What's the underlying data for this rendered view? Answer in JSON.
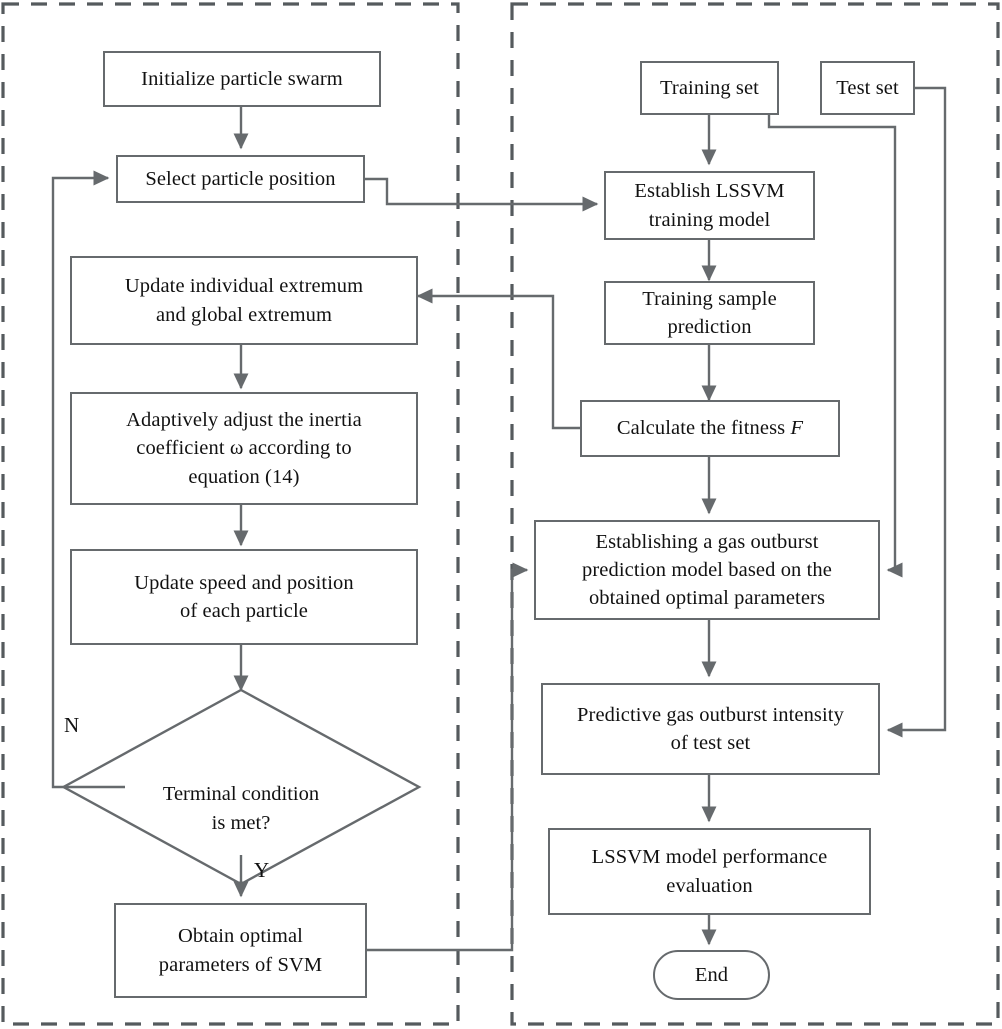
{
  "diagram": {
    "title": "PSO-LSSVM gas outburst prediction flowchart",
    "colors": {
      "stroke": "#666a6d",
      "text": "#111111",
      "background": "#ffffff"
    },
    "groups": [
      {
        "id": "pso-group",
        "name": "left-dashed-container"
      },
      {
        "id": "lssvm-group",
        "name": "right-dashed-container"
      }
    ],
    "nodes": [
      {
        "id": "initialize-particle-swarm",
        "shape": "rect",
        "label": "Initialize particle swarm"
      },
      {
        "id": "select-particle-position",
        "shape": "rect",
        "label": "Select particle position"
      },
      {
        "id": "update-extremum",
        "shape": "rect",
        "label": "Update individual extremum\nand global extremum"
      },
      {
        "id": "adaptively-adjust-inertia",
        "shape": "rect",
        "label": "Adaptively adjust the inertia\ncoefficient ω according to\nequation (14)"
      },
      {
        "id": "update-speed-position",
        "shape": "rect",
        "label": "Update speed and position\nof each particle"
      },
      {
        "id": "terminal-condition",
        "shape": "diamond",
        "label": "Terminal condition\nis met?"
      },
      {
        "id": "obtain-optimal-parameters",
        "shape": "rect",
        "label": "Obtain optimal\nparameters of SVM"
      },
      {
        "id": "training-set",
        "shape": "rect",
        "label": "Training set"
      },
      {
        "id": "test-set",
        "shape": "rect",
        "label": "Test set"
      },
      {
        "id": "establish-lssvm-training-model",
        "shape": "rect",
        "label": "Establish LSSVM\ntraining model"
      },
      {
        "id": "training-sample-prediction",
        "shape": "rect",
        "label": "Training sample\nprediction"
      },
      {
        "id": "calculate-fitness",
        "shape": "rect",
        "label_prefix": "Calculate the fitness ",
        "label_italic": "F"
      },
      {
        "id": "establishing-gas-outburst-model",
        "shape": "rect",
        "label": "Establishing a gas outburst\nprediction model based on the\nobtained optimal parameters"
      },
      {
        "id": "predictive-gas-outburst-intensity",
        "shape": "rect",
        "label": "Predictive gas outburst intensity\nof test set"
      },
      {
        "id": "lssvm-model-performance-evaluation",
        "shape": "rect",
        "label": "LSSVM model performance\nevaluation"
      },
      {
        "id": "end",
        "shape": "terminator",
        "label": "End"
      }
    ],
    "edge_labels": {
      "no": "N",
      "yes": "Y"
    }
  }
}
